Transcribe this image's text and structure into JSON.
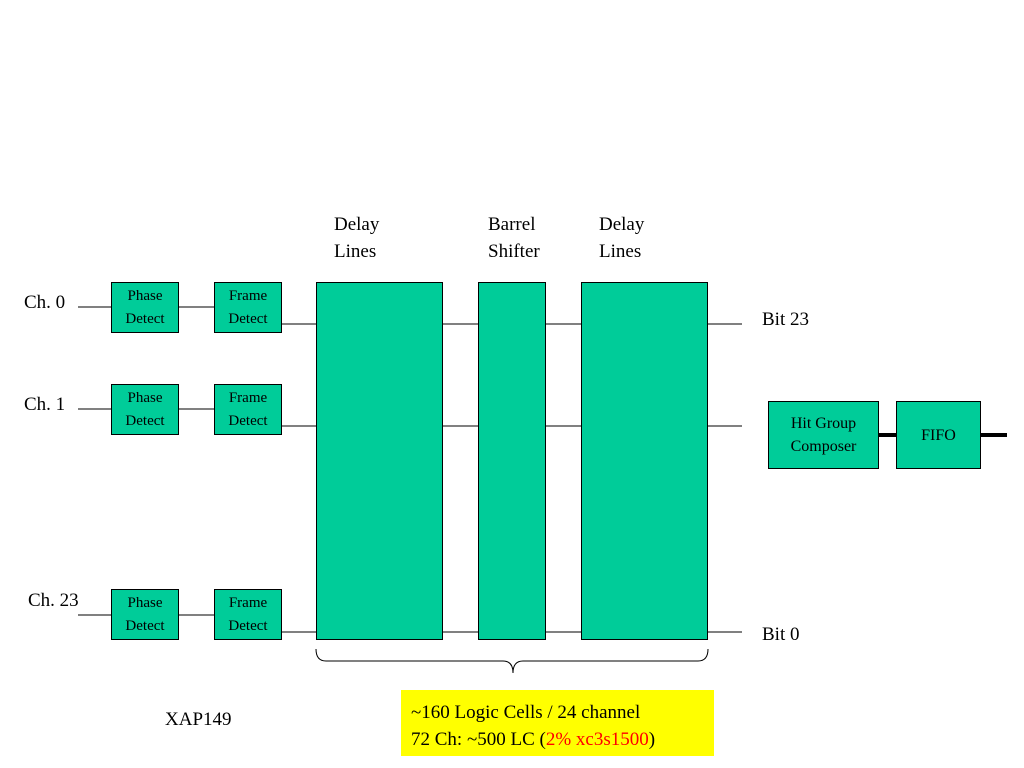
{
  "channels": [
    "Ch. 0",
    "Ch. 1",
    "Ch. 23"
  ],
  "phase_detect": {
    "line1": "Phase",
    "line2": "Detect"
  },
  "frame_detect": {
    "line1": "Frame",
    "line2": "Detect"
  },
  "headers": {
    "delay_lines_1": {
      "line1": "Delay",
      "line2": "Lines"
    },
    "barrel_shifter": {
      "line1": "Barrel",
      "line2": "Shifter"
    },
    "delay_lines_2": {
      "line1": "Delay",
      "line2": "Lines"
    }
  },
  "outputs": {
    "top": "Bit 23",
    "bottom": "Bit 0"
  },
  "hit_group": {
    "line1": "Hit Group",
    "line2": "Composer"
  },
  "fifo": "FIFO",
  "footer_label": "XAP149",
  "note": {
    "line1": "~160 Logic Cells / 24 channel",
    "line2_prefix": "72 Ch: ~500 LC (",
    "line2_highlight": "2% xc3s1500",
    "line2_suffix": ")"
  },
  "colors": {
    "block": "#00cc99",
    "note_bg": "#ffff00",
    "highlight": "#ff0000"
  }
}
